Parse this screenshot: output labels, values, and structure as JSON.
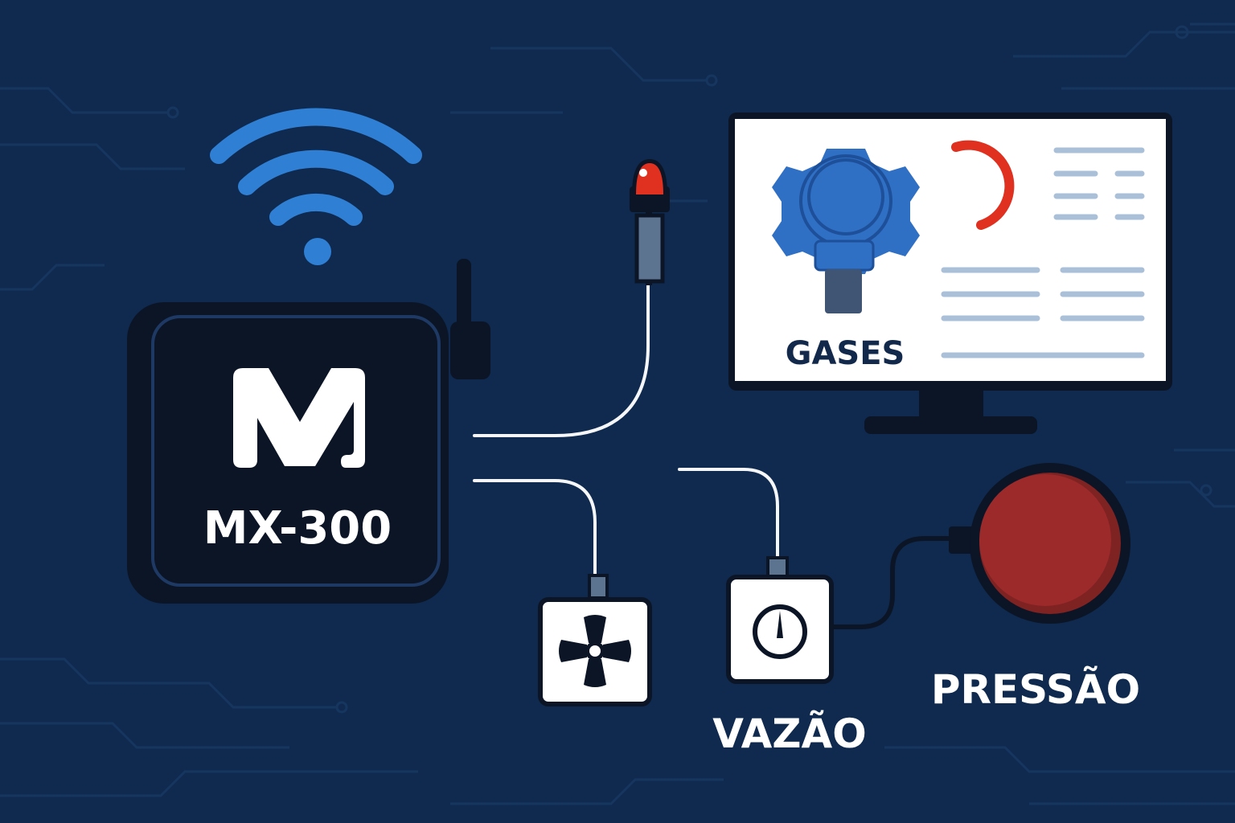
{
  "colors": {
    "background": "#0f2a4e",
    "circuit_trace": "#17365f",
    "device_body": "#0b1526",
    "device_border": "#1e3a64",
    "wifi_blue": "#2f7fd4",
    "sensor_red": "#e0301f",
    "pressure_red": "#9c2a2a",
    "screen_white": "#ffffff",
    "screen_line": "#a9c0d8",
    "gauge_blue": "#2f6fc4",
    "cable_white": "#f5f7fa",
    "text_white": "#ffffff",
    "text_dark": "#13294b"
  },
  "controller": {
    "logo_letter": "M",
    "model": "MX-300",
    "icons": [
      "wifi-icon",
      "antenna-icon"
    ]
  },
  "monitor": {
    "caption": "GASES",
    "icons": [
      "gas-detector-icon",
      "progress-ring-icon"
    ]
  },
  "sensors": {
    "temperature_probe": {
      "icon": "probe-icon"
    },
    "fan": {
      "icon": "fan-icon"
    },
    "flow": {
      "label": "VAZÃO",
      "icon": "flow-gauge-icon"
    },
    "pressure": {
      "label": "PRESSÃO",
      "icon": "pressure-button-icon"
    }
  }
}
